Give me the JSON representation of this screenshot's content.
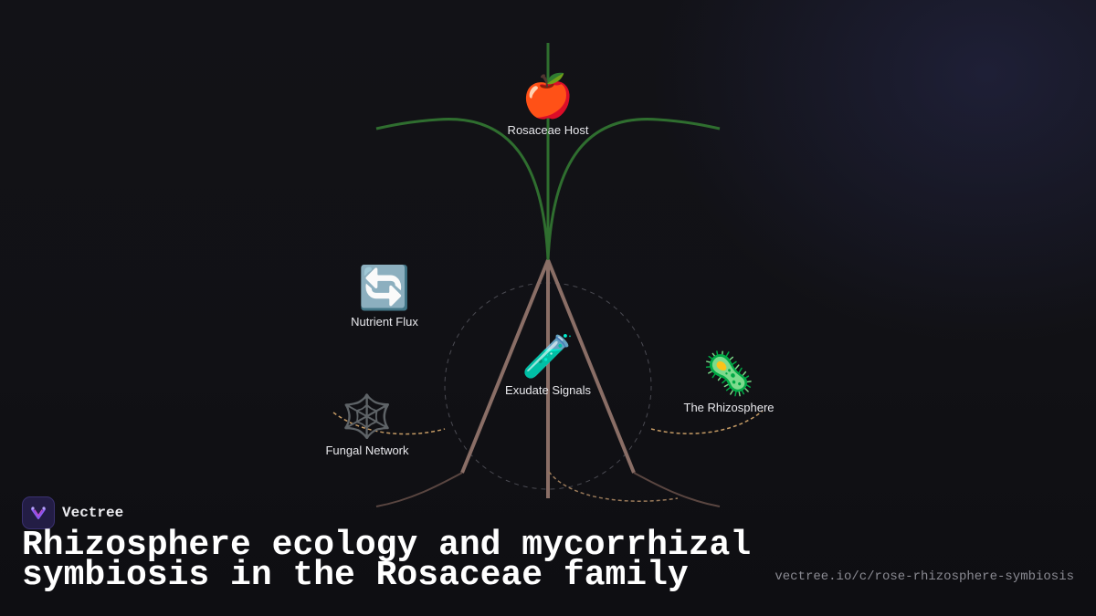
{
  "diagram": {
    "nodes": [
      {
        "id": "host",
        "label": "Rosaceae Host",
        "icon": "apple-icon",
        "glyph": "🍎"
      },
      {
        "id": "flux",
        "label": "Nutrient Flux",
        "icon": "cycle-arrows-icon",
        "glyph": "🔄"
      },
      {
        "id": "exudate",
        "label": "Exudate Signals",
        "icon": "test-tube-icon",
        "glyph": "🧪"
      },
      {
        "id": "rhizosphere",
        "label": "The Rhizosphere",
        "icon": "microbe-icon",
        "glyph": "🦠"
      },
      {
        "id": "fungal",
        "label": "Fungal Network",
        "icon": "spider-web-icon",
        "glyph": "🕸️"
      }
    ],
    "colors": {
      "shoot": "#2f6e2f",
      "root": "#8a6e66",
      "root_dark": "#5a4641",
      "hyphae": "#c49a64",
      "circle": "#4a4a52"
    }
  },
  "brand": {
    "name": "Vectree",
    "logo_icon": "vectree-logo-icon"
  },
  "title": "Rhizosphere ecology and mycorrhizal symbiosis in the Rosaceae family",
  "url": "vectree.io/c/rose-rhizosphere-symbiosis"
}
